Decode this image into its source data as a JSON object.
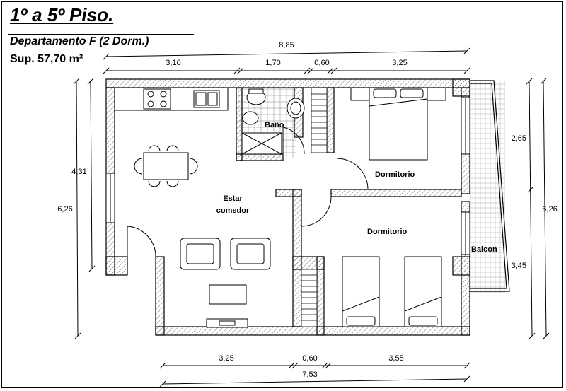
{
  "header": {
    "title": "1º a 5º Piso.",
    "subtitle": "Departamento F (2 Dorm.)",
    "surface": "Sup. 57,70 m²"
  },
  "dimensions": {
    "top_total": "8,85",
    "top_1": "3,10",
    "top_2": "1,70",
    "top_3": "0,60",
    "top_4": "3,25",
    "bottom_1": "3,25",
    "bottom_2": "0,60",
    "bottom_3": "3,55",
    "bottom_total": "7,53",
    "left_inner": "4,31",
    "left_outer": "6,26",
    "right_1": "2,65",
    "right_2": "3,45",
    "right_total": "6,26"
  },
  "rooms": {
    "bath": "Baño",
    "bedroom_1": "Dormitorio",
    "living_1": "Estar",
    "living_2": "comedor",
    "bedroom_2": "Dormitorio",
    "balcony": "Balcon"
  }
}
